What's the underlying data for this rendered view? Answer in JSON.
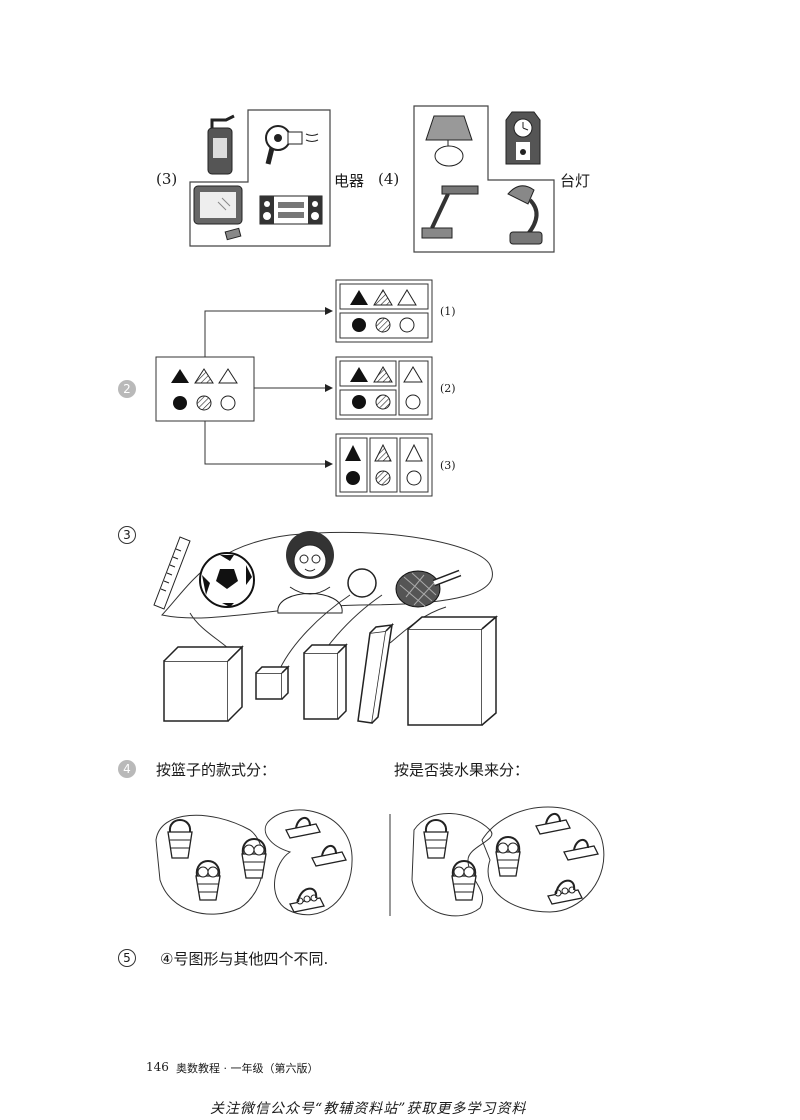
{
  "section1": {
    "item3": {
      "number": "(3)",
      "label": "电器"
    },
    "item4": {
      "number": "(4)",
      "label": "台灯"
    }
  },
  "section2": {
    "badge": "2",
    "branches": [
      {
        "label": "(1)"
      },
      {
        "label": "(2)"
      },
      {
        "label": "(3)"
      }
    ]
  },
  "section3": {
    "badge": "3"
  },
  "section4": {
    "badge": "4",
    "left_title": "按篮子的款式分：",
    "right_title": "按是否装水果来分："
  },
  "section5": {
    "badge": "5",
    "text": "④号图形与其他四个不同."
  },
  "footer": {
    "page_number": "146",
    "book_title": "奥数教程 · 一年级（第六版）",
    "watermark": "关注微信公众号“教辅资料站”获取更多学习资料"
  }
}
